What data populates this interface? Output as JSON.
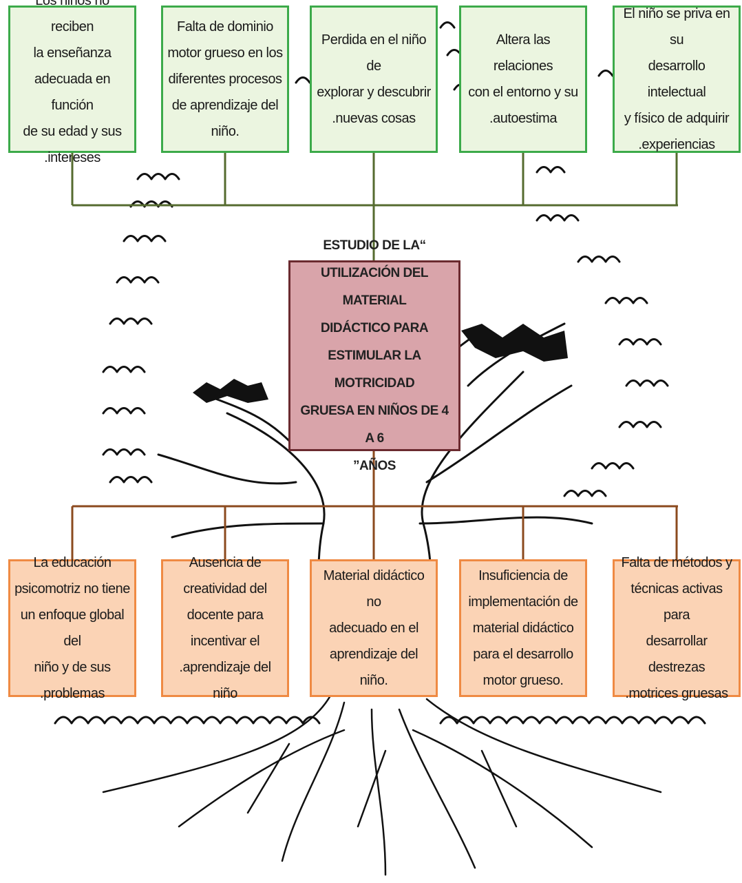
{
  "effects": [
    {
      "id": "effect-1",
      "text": "Los niños no reciben\nla enseñanza\nadecuada en función\nde su edad y sus\n.intereses"
    },
    {
      "id": "effect-2",
      "text": "Falta de dominio\nmotor grueso en los\ndiferentes procesos\nde aprendizaje del\nniño."
    },
    {
      "id": "effect-3",
      "text": "Perdida en el niño de\nexplorar y descubrir\n.nuevas cosas"
    },
    {
      "id": "effect-4",
      "text": "Altera las relaciones\ncon el entorno y su\n.autoestima"
    },
    {
      "id": "effect-5",
      "text": "El niño se priva en su\ndesarrollo intelectual\ny físico de adquirir\n.experiencias"
    }
  ],
  "problem": {
    "text": "ESTUDIO DE LA“\nUTILIZACIÓN DEL MATERIAL\nDIDÁCTICO PARA\nESTIMULAR LA MOTRICIDAD\nGRUESA  EN NIÑOS DE 4 A 6\n”AÑOS"
  },
  "causes": [
    {
      "id": "cause-1",
      "text": "La educación\npsicomotriz no tiene\nun enfoque global del\nniño y de sus\n.problemas"
    },
    {
      "id": "cause-2",
      "text": "Ausencia de\ncreatividad del\ndocente para\nincentivar el\n.aprendizaje del niño"
    },
    {
      "id": "cause-3",
      "text": "Material didáctico no\nadecuado en el\naprendizaje del niño."
    },
    {
      "id": "cause-4",
      "text": "Insuficiencia de\nimplementación de\nmaterial didáctico\npara el desarrollo\nmotor grueso."
    },
    {
      "id": "cause-5",
      "text": "Falta de métodos y\ntécnicas activas para\ndesarrollar destrezas\n.motrices gruesas"
    }
  ],
  "colors": {
    "effect_fill": "#ebf5e0",
    "effect_border": "#3caa4a",
    "problem_fill": "#d9a4aa",
    "problem_border": "#6b2a2f",
    "cause_fill": "#fbd3b5",
    "cause_border": "#ef8a43",
    "effect_connector": "#556b2f",
    "cause_connector": "#8b4a1e"
  }
}
